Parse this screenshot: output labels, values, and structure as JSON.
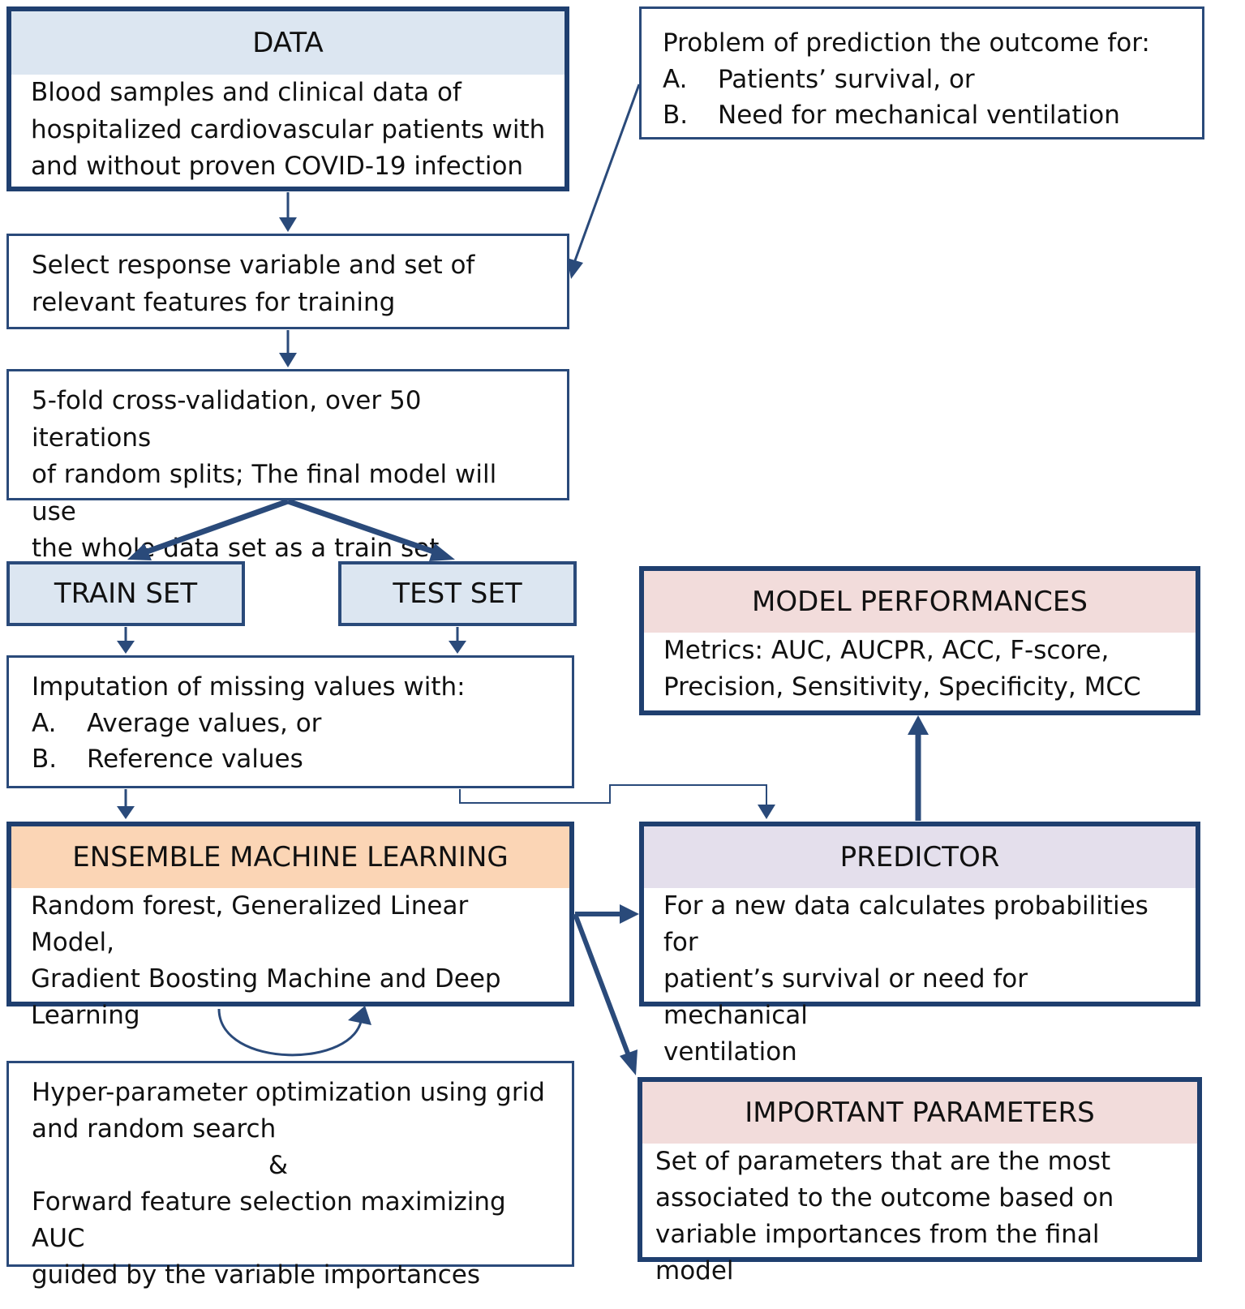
{
  "colors": {
    "border": "#1f3f6f",
    "arrow": "#2a4a7a",
    "blue_header": "#dce6f1",
    "pink_header": "#f2dcdb",
    "orange_header": "#fbd5b5",
    "lavender_header": "#e4dfec"
  },
  "data_box": {
    "title": "DATA",
    "lines": [
      "Blood samples and clinical data of",
      "hospitalized cardiovascular patients with",
      "and without proven COVID-19 infection"
    ]
  },
  "problem_box": {
    "intro": "Problem of prediction the outcome for:",
    "items": [
      {
        "marker": "A.",
        "text": "Patients’ survival, or"
      },
      {
        "marker": "B.",
        "text": "Need for mechanical ventilation"
      }
    ]
  },
  "select_box": {
    "lines": [
      "Select response variable and set of",
      "relevant features for training"
    ]
  },
  "cv_box": {
    "lines": [
      "5-fold cross-validation, over 50 iterations",
      "of random splits; The final model will use",
      "the whole data set as a train set"
    ]
  },
  "train_set": {
    "label": "TRAIN SET"
  },
  "test_set": {
    "label": "TEST SET"
  },
  "model_performances": {
    "title": "MODEL PERFORMANCES",
    "lines": [
      "Metrics: AUC, AUCPR, ACC, F-score,",
      "Precision, Sensitivity, Specificity, MCC"
    ]
  },
  "imputation_box": {
    "intro": "Imputation of missing values with:",
    "items": [
      {
        "marker": "A.",
        "text": "Average values, or"
      },
      {
        "marker": "B.",
        "text": "Reference values"
      }
    ]
  },
  "ensemble_box": {
    "title": "ENSEMBLE MACHINE LEARNING",
    "lines": [
      "Random forest, Generalized Linear Model,",
      "Gradient Boosting Machine and Deep",
      "Learning"
    ]
  },
  "predictor_box": {
    "title": "PREDICTOR",
    "lines": [
      "For a new data calculates probabilities for",
      "patient’s survival or need for mechanical",
      "ventilation"
    ]
  },
  "hyper_box": {
    "lines": [
      "Hyper-parameter optimization using grid",
      "and random search"
    ],
    "ampersand": "&",
    "lines2": [
      "Forward feature selection maximizing AUC",
      "guided by the variable importances"
    ]
  },
  "important_parameters": {
    "title": "IMPORTANT PARAMETERS",
    "lines": [
      "Set of parameters that are the most",
      "associated to the outcome based on",
      "variable importances from the final model"
    ]
  }
}
